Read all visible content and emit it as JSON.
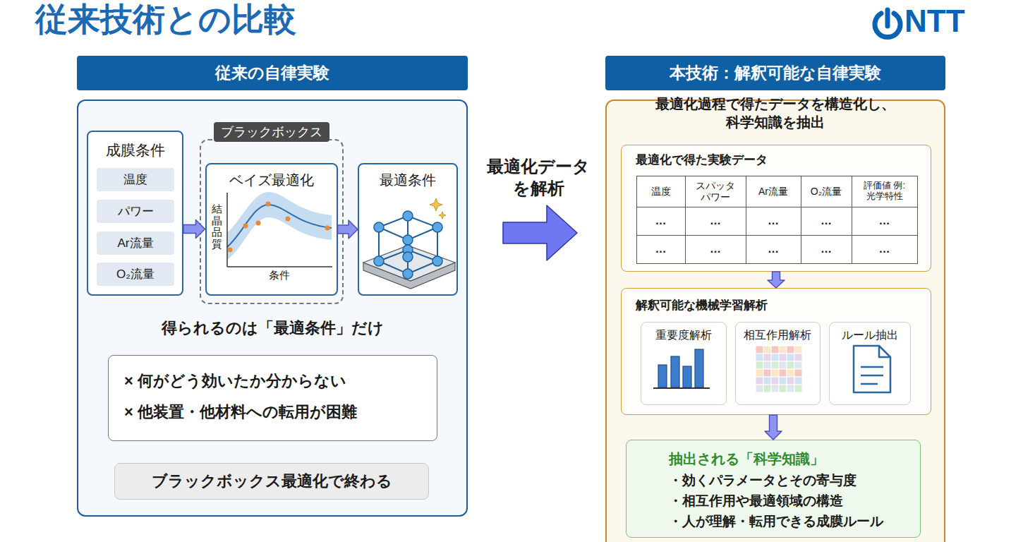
{
  "diagram": {
    "title": "従来技術との比較",
    "nodes": [
      {
        "text": [
          "従来の自律実験"
        ]
      },
      {
        "text": [
          "成膜条件"
        ],
        "in": 0
      },
      {
        "text": [
          "温度"
        ],
        "in": 1
      },
      {
        "text": [
          "パワー"
        ],
        "in": 1
      },
      {
        "text": [
          "Ar流量"
        ],
        "in": 1
      },
      {
        "text": [
          "O₂流量"
        ],
        "in": 1
      },
      {
        "text": [
          "ブラックボックス"
        ],
        "in": 0
      },
      {
        "text": [
          "ベイズ最適化"
        ],
        "in": 6
      },
      {
        "text": [
          "最適条件"
        ],
        "in": 0
      },
      {
        "text": [
          "× 何がどう効いたか分からない",
          "× 他装置・他材料への転用が困難"
        ],
        "in": 0
      },
      {
        "text": [
          "ブラックボックス最適化で終わる"
        ],
        "in": 0
      },
      {
        "text": [
          "本技術：解釈可能な自律実験",
          "最適化過程で得たデータを構造化し、 科学知識を抽出"
        ]
      },
      {
        "text": [
          "最適化で得た実験データ"
        ],
        "in": 11
      },
      {
        "text": [
          "解釈可能な機械学習解析"
        ],
        "in": 11
      },
      {
        "text": [
          "重要度解析"
        ],
        "in": 13
      },
      {
        "text": [
          "相互作用解析"
        ],
        "in": 13
      },
      {
        "text": [
          "ルール抽出"
        ],
        "in": 13
      },
      {
        "text": [
          "抽出される「科学知識」",
          "・効くパラメータとその寄与度",
          "・相互作用や最適領域の構造",
          "・人が理解・転用できる成膜ルール"
        ],
        "in": 11
      }
    ],
    "edges": [
      {
        "from": 1,
        "to": 7,
        "arrow": "to"
      },
      {
        "from": 7,
        "to": 8,
        "arrow": "to"
      },
      {
        "from": 0,
        "to": 11,
        "label": "最適化データ を解析",
        "arrow": "to"
      },
      {
        "from": 12,
        "to": 13,
        "arrow": "to"
      },
      {
        "from": 13,
        "to": 17,
        "arrow": "to"
      }
    ],
    "labels": [
      "NTT",
      "結晶品質",
      "条件",
      "得られるのは「最適条件」だけ",
      "温度",
      "スパッタ パワー",
      "Ar流量",
      "O₂流量",
      "評価値 例:光学特性",
      "…",
      "…",
      "…",
      "…",
      "…",
      "…",
      "…",
      "…",
      "…",
      "…"
    ]
  }
}
